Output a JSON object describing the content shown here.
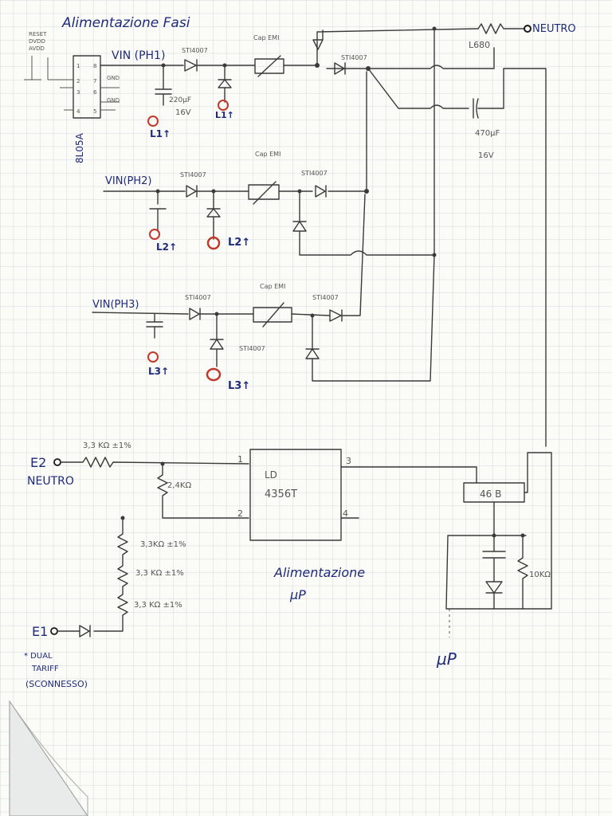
{
  "title": "Alimentazione Fasi",
  "chip_8l05a": {
    "name": "8L05A",
    "pin_labels": [
      "RESET",
      "DVDD",
      "AVDD",
      "GND",
      "GND"
    ],
    "pins_left": [
      "1",
      "2",
      "3",
      "4"
    ],
    "pins_right": [
      "8",
      "7",
      "6",
      "5"
    ]
  },
  "phase1": {
    "vin": "VIN (PH1)",
    "diode": "STI4007",
    "cap_value": "220µF",
    "cap_voltage": "16V",
    "cap_emi": "Cap EMI",
    "diode2": "STI4007",
    "led1": "L1↑",
    "led2": "L1↑"
  },
  "neutral_top": {
    "label": "NEUTRO",
    "resistor": "L680",
    "cap_value": "470µF",
    "cap_voltage": "16V"
  },
  "phase2": {
    "vin": "VIN(PH2)",
    "diode": "STI4007",
    "cap_emi": "Cap EMI",
    "diode2": "STI4007",
    "led1": "L2↑",
    "led2": "L2↑"
  },
  "phase3": {
    "vin": "VIN(PH3)",
    "diode": "STI4007",
    "cap_emi": "Cap EMI",
    "diode2": "STI4007",
    "diode3": "STI4007",
    "led1": "L3↑",
    "led2": "L3↑"
  },
  "supply": {
    "e2": "E2",
    "neutro": "NEUTRO",
    "r_series": "3,3 KΩ ±1%",
    "r_mid": "2,4KΩ",
    "r1": "3,3KΩ ±1%",
    "r2": "3,3 KΩ ±1%",
    "r3": "3,3 KΩ ±1%",
    "ld_line1": "LD",
    "ld_line2": "4356T",
    "pin1": "1",
    "pin2": "2",
    "pin3": "3",
    "pin4": "4",
    "reg": "46 B",
    "r_10k": "10KΩ",
    "caption_line1": "Alimentazione",
    "caption_line2": "µP",
    "up": "µP",
    "e1": "E1",
    "note_line1": "* DUAL",
    "note_line2": "TARIFF",
    "note_line3": "(SCONNESSO)"
  },
  "colors": {
    "blue_ink": "#1f2b7a",
    "red_marker": "#c0392b",
    "pencil": "#3a3a3a",
    "grid": "#c9cfd6"
  }
}
